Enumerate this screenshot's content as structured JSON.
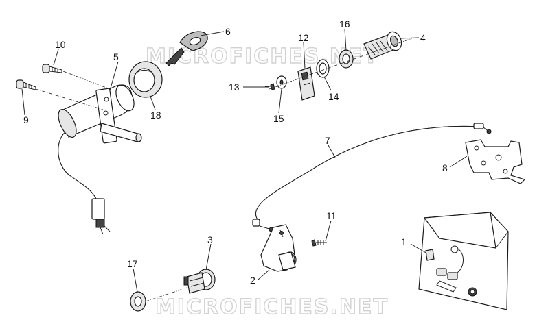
{
  "watermark": {
    "top": "MICROFICHES.NET",
    "bottom": "MICROFICHES.NET"
  },
  "callouts": {
    "c1": "1",
    "c2": "2",
    "c3": "3",
    "c4": "4",
    "c5": "5",
    "c6": "6",
    "c7": "7",
    "c8": "8",
    "c9": "9",
    "c10": "10",
    "c11": "11",
    "c12": "12",
    "c13": "13",
    "c14": "14",
    "c15": "15",
    "c16": "16",
    "c17": "17",
    "c18": "18"
  },
  "colors": {
    "line": "#222222",
    "watermark": "#d2d2d2",
    "shade": "#bdbdbd"
  }
}
